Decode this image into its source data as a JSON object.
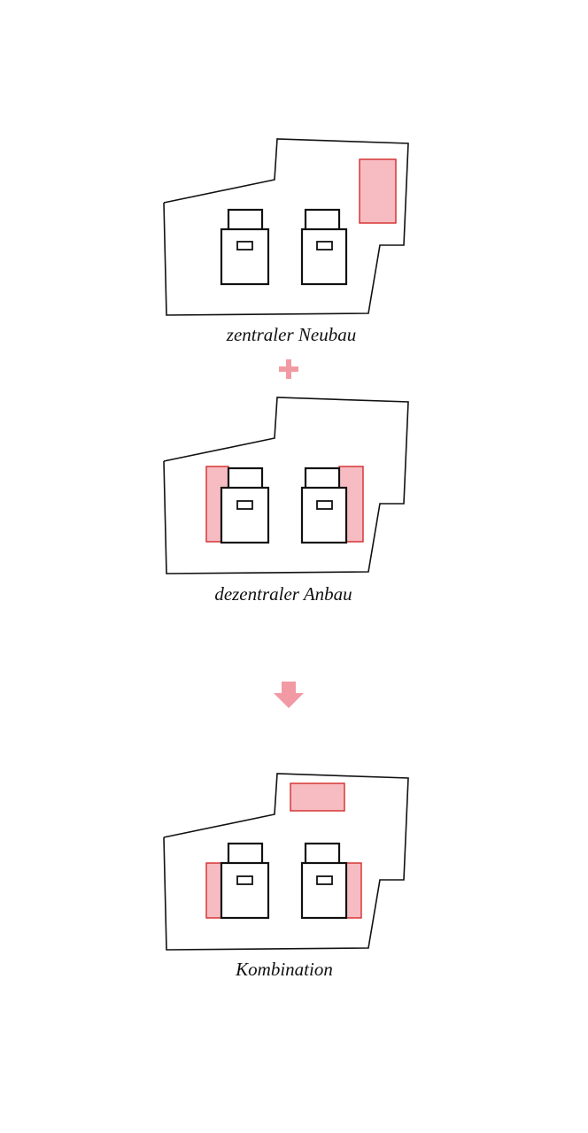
{
  "diagrams": [
    {
      "caption": "zentraler Neubau"
    },
    {
      "caption": "dezentraler Anbau"
    },
    {
      "caption": "Kombination"
    }
  ],
  "connectors": {
    "plus": "plus-icon",
    "result": "arrow-down-icon"
  },
  "colors": {
    "addition_fill": "#f7bcc2",
    "addition_stroke": "#d42a2a",
    "connector": "#f29aa3",
    "line": "#111111"
  }
}
